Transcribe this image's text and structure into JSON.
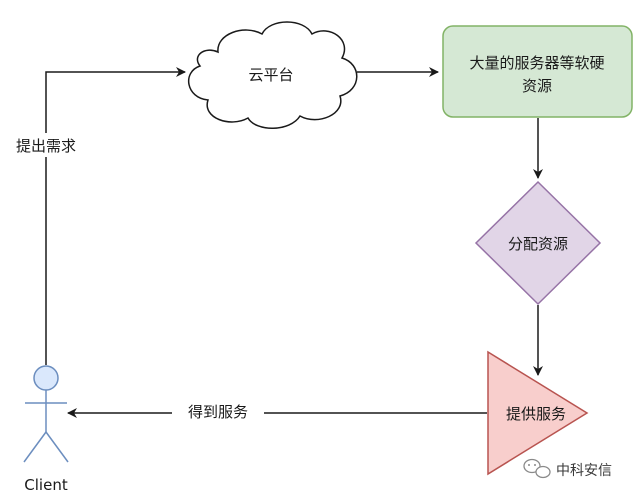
{
  "nodes": {
    "cloud": {
      "label": "云平台"
    },
    "resources": {
      "line1": "大量的服务器等软硬",
      "line2": "资源"
    },
    "allocate": {
      "label": "分配资源"
    },
    "provide": {
      "label": "提供服务"
    },
    "client": {
      "label": "Client"
    }
  },
  "edges": {
    "request": {
      "label": "提出需求"
    },
    "receive": {
      "label": "得到服务"
    }
  },
  "watermark": {
    "label": "中科安信"
  },
  "colors": {
    "resources_fill": "#d5e8d4",
    "resources_stroke": "#82b366",
    "allocate_fill": "#e1d5e7",
    "allocate_stroke": "#9673a6",
    "provide_fill": "#f8cecc",
    "provide_stroke": "#b85450",
    "client_head_fill": "#dae8fc",
    "client_stroke": "#6c8ebf",
    "edge": "#1a1a1a"
  }
}
